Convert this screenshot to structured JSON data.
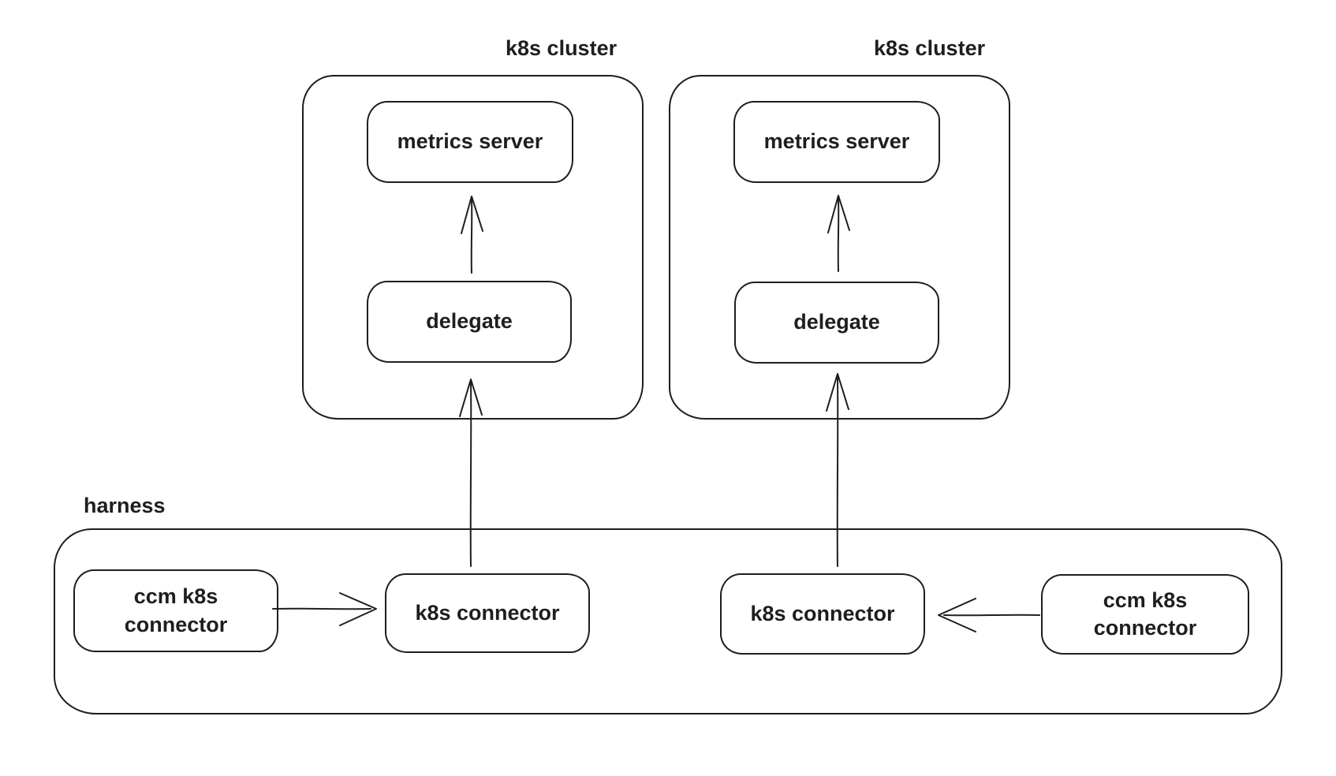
{
  "colors": {
    "stroke": "#1e1e1e",
    "background": "#ffffff"
  },
  "clusters": [
    {
      "label": "k8s cluster",
      "metrics_server": "metrics server",
      "delegate": "delegate"
    },
    {
      "label": "k8s cluster",
      "metrics_server": "metrics server",
      "delegate": "delegate"
    }
  ],
  "harness": {
    "label": "harness",
    "ccm_connector_left": "ccm k8s connector",
    "k8s_connector_left": "k8s connector",
    "k8s_connector_right": "k8s connector",
    "ccm_connector_right": "ccm k8s connector"
  },
  "edges": [
    {
      "from": "delegate-left",
      "to": "metrics-server-left",
      "direction": "up"
    },
    {
      "from": "delegate-right",
      "to": "metrics-server-right",
      "direction": "up"
    },
    {
      "from": "k8s-connector-left",
      "to": "delegate-left",
      "direction": "up"
    },
    {
      "from": "k8s-connector-right",
      "to": "delegate-right",
      "direction": "up"
    },
    {
      "from": "ccm-k8s-connector-left",
      "to": "k8s-connector-left",
      "direction": "right"
    },
    {
      "from": "ccm-k8s-connector-right",
      "to": "k8s-connector-right",
      "direction": "left"
    }
  ]
}
